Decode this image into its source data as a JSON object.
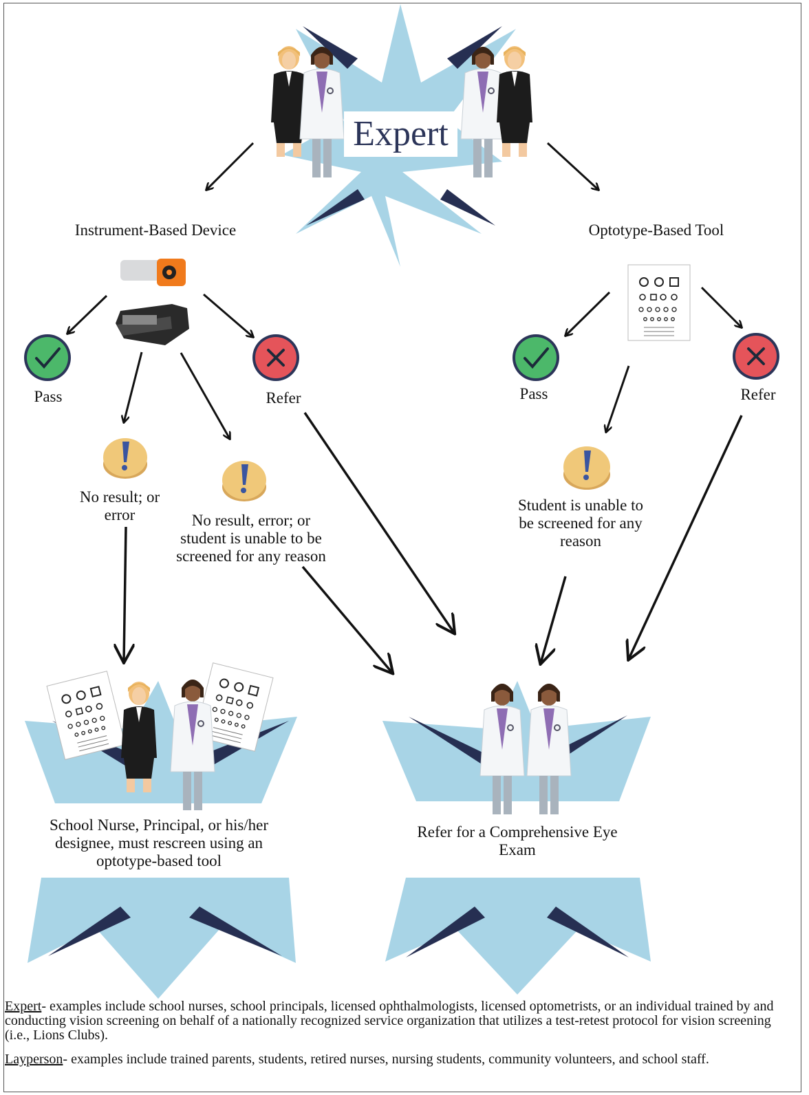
{
  "expert": {
    "title": "Expert"
  },
  "branches": {
    "instrument": {
      "title": "Instrument-Based Device",
      "pass": "Pass",
      "refer": "Refer",
      "no_result": "No result; or error",
      "no_result_unable": "No result, error; or student is unable to be screened for any reason",
      "pass_icon": "check-icon",
      "refer_icon": "x-icon",
      "warning_icon": "exclamation-icon"
    },
    "optotype": {
      "title": "Optotype-Based Tool",
      "pass": "Pass",
      "refer": "Refer",
      "unable": "Student is unable to be screened for any reason",
      "pass_icon": "check-icon",
      "refer_icon": "x-icon",
      "warning_icon": "exclamation-icon"
    }
  },
  "outcomes": {
    "rescreen": "School Nurse, Principal, or his/her designee, must rescreen using an optotype-based tool",
    "refer_exam": "Refer for a Comprehensive Eye Exam"
  },
  "legend": {
    "expert_term": "Expert",
    "expert_text": "-  examples include school nurses, school principals, licensed ophthalmologists, licensed optometrists, or an individual trained by and conducting vision screening on behalf of a nationally recognized service organization that utilizes a test-retest protocol for vision screening (i.e., Lions Clubs).",
    "layperson_term": "Layperson",
    "layperson_text": "- examples include trained parents, students, retired nurses, nursing students, community volunteers, and school staff."
  },
  "colors": {
    "star_light": "#a8d4e6",
    "star_dark": "#262f52",
    "pass_green": "#4cb86a",
    "refer_red": "#e5545a",
    "warning_gold": "#f0c879",
    "title_navy": "#2c3559"
  }
}
